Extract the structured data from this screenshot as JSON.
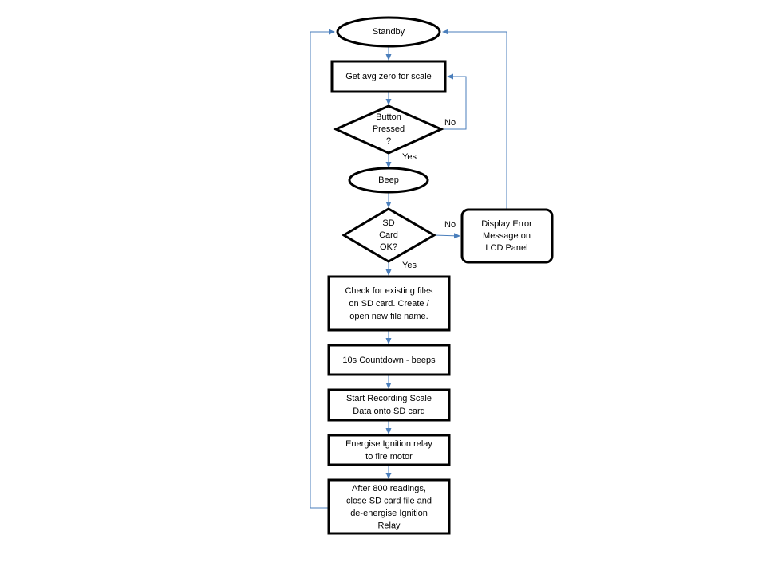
{
  "colors": {
    "connector": "#4a7ebb",
    "shape_border": "#000000",
    "background": "#ffffff",
    "text": "#000000"
  },
  "nodes": {
    "standby": {
      "shape": "ellipse",
      "lines": [
        "Standby"
      ]
    },
    "get_avg_zero": {
      "shape": "rectangle",
      "lines": [
        "Get avg zero for scale"
      ]
    },
    "button_pressed": {
      "shape": "decision",
      "lines": [
        "Button",
        "Pressed",
        "?"
      ]
    },
    "beep": {
      "shape": "ellipse",
      "lines": [
        "Beep"
      ]
    },
    "sd_card_ok": {
      "shape": "decision",
      "lines": [
        "SD",
        "Card",
        "OK?"
      ]
    },
    "display_error": {
      "shape": "rounded-rectangle",
      "lines": [
        "Display Error",
        "Message on",
        "LCD Panel"
      ]
    },
    "check_files": {
      "shape": "rectangle",
      "lines": [
        "Check for existing files",
        "on SD card. Create /",
        "open new file name."
      ]
    },
    "countdown": {
      "shape": "rectangle",
      "lines": [
        "10s Countdown - beeps"
      ]
    },
    "start_recording": {
      "shape": "rectangle",
      "lines": [
        "Start Recording Scale",
        "Data onto SD card"
      ]
    },
    "energise_relay": {
      "shape": "rectangle",
      "lines": [
        "Energise Ignition relay",
        "to fire motor"
      ]
    },
    "after_readings": {
      "shape": "rectangle",
      "lines": [
        "After 800 readings,",
        "close SD card file and",
        "de-energise Ignition",
        "Relay"
      ]
    }
  },
  "edge_labels": {
    "button_no": "No",
    "button_yes": "Yes",
    "sd_no": "No",
    "sd_yes": "Yes"
  }
}
